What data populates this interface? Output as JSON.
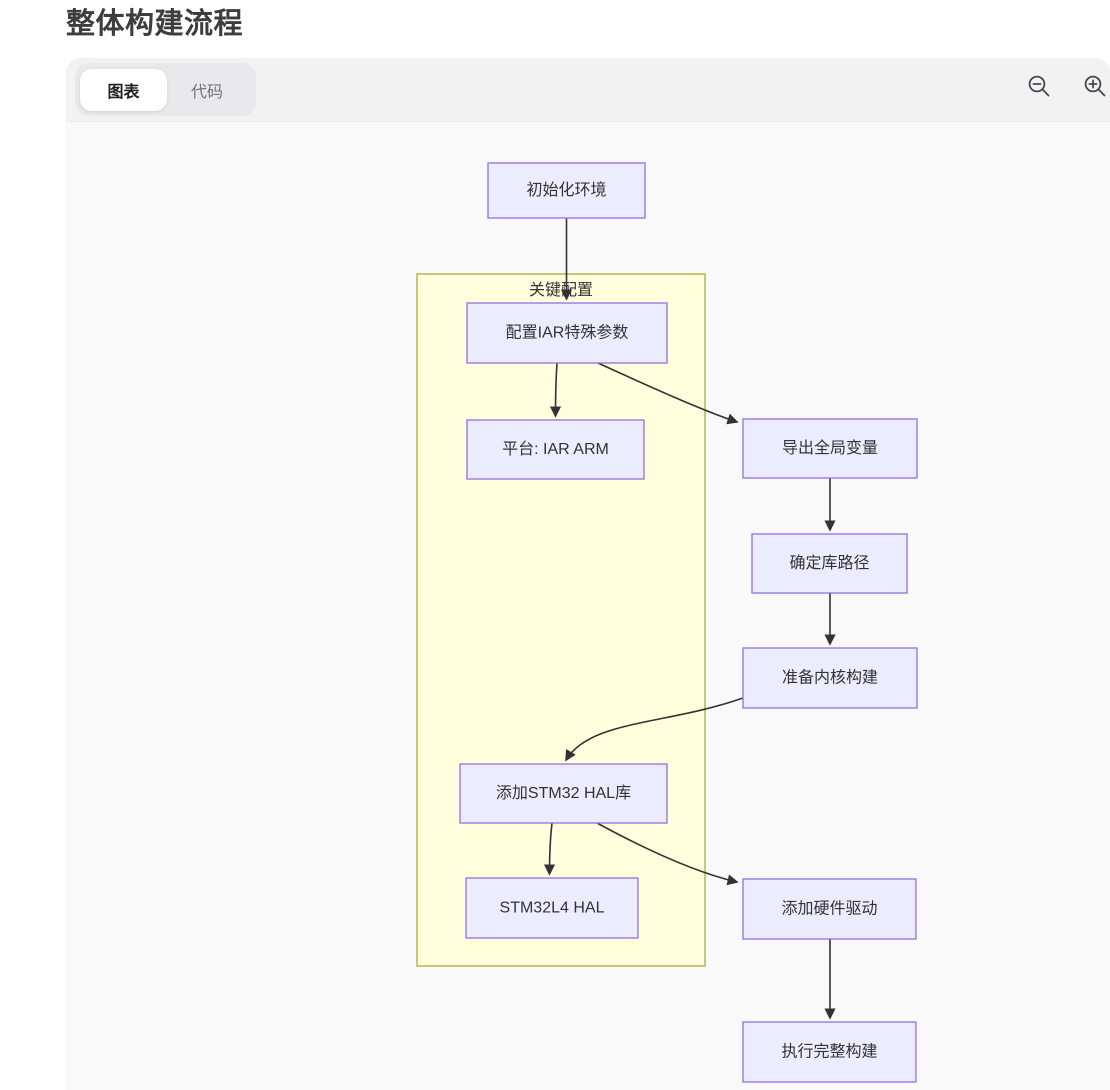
{
  "page": {
    "title": "整体构建流程"
  },
  "toolbar": {
    "tabs": [
      {
        "id": "diagram",
        "label": "图表",
        "active": true
      },
      {
        "id": "code",
        "label": "代码",
        "active": false
      }
    ],
    "icons": {
      "zoom_out": "magnifier-minus-icon",
      "zoom_in": "magnifier-plus-icon"
    }
  },
  "diagram": {
    "type": "flowchart",
    "direction": "top-down",
    "cluster": {
      "label": "关键配置"
    },
    "nodes": [
      {
        "id": "init",
        "label": "初始化环境"
      },
      {
        "id": "config-iar",
        "label": "配置IAR特殊参数"
      },
      {
        "id": "platform",
        "label": "平台: IAR ARM"
      },
      {
        "id": "export-vars",
        "label": "导出全局变量"
      },
      {
        "id": "lib-path",
        "label": "确定库路径"
      },
      {
        "id": "kernel-prep",
        "label": "准备内核构建"
      },
      {
        "id": "add-hal",
        "label": "添加STM32 HAL库"
      },
      {
        "id": "stm32l4-hal",
        "label": "STM32L4 HAL"
      },
      {
        "id": "hw-driver",
        "label": "添加硬件驱动"
      },
      {
        "id": "full-build",
        "label": "执行完整构建"
      }
    ],
    "cluster_members": [
      "配置IAR特殊参数",
      "平台: IAR ARM",
      "添加STM32 HAL库",
      "STM32L4 HAL"
    ],
    "edges": [
      {
        "from": "初始化环境",
        "to": "配置IAR特殊参数"
      },
      {
        "from": "配置IAR特殊参数",
        "to": "平台: IAR ARM"
      },
      {
        "from": "配置IAR特殊参数",
        "to": "导出全局变量"
      },
      {
        "from": "导出全局变量",
        "to": "确定库路径"
      },
      {
        "from": "确定库路径",
        "to": "准备内核构建"
      },
      {
        "from": "准备内核构建",
        "to": "添加STM32 HAL库"
      },
      {
        "from": "添加STM32 HAL库",
        "to": "STM32L4 HAL"
      },
      {
        "from": "添加STM32 HAL库",
        "to": "添加硬件驱动"
      },
      {
        "from": "添加硬件驱动",
        "to": "执行完整构建"
      }
    ],
    "colors": {
      "node_fill": "#ECECFF",
      "node_border": "#9370DB",
      "cluster_fill": "#FFFFDE",
      "cluster_border": "#AAAA33",
      "edge": "#333333",
      "canvas_bg": "#F9F9FA",
      "header_bg": "#F2F2F3"
    }
  }
}
